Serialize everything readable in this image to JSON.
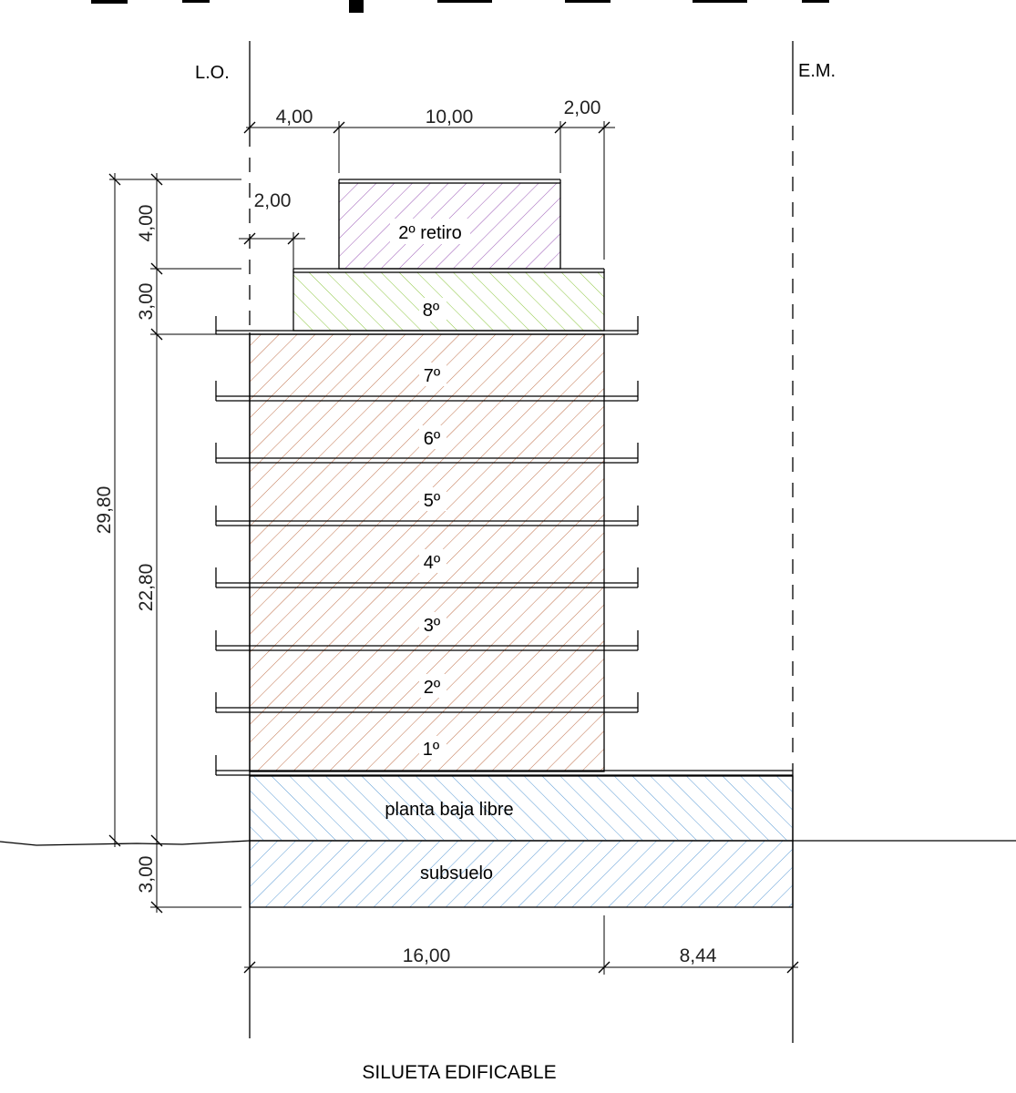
{
  "labels": {
    "lo": "L.O.",
    "em": "E.M.",
    "caption": "SILUETA EDIFICABLE"
  },
  "floors": {
    "retiro2": "2º retiro",
    "f8": "8º",
    "f7": "7º",
    "f6": "6º",
    "f5": "5º",
    "f4": "4º",
    "f3": "3º",
    "f2": "2º",
    "f1": "1º",
    "pb": "planta baja libre",
    "sub": "subsuelo"
  },
  "dimensions": {
    "top_left": "4,00",
    "top_mid": "10,00",
    "top_right": "2,00",
    "inner_setback": "2,00",
    "h_retiro": "4,00",
    "h_8": "3,00",
    "h_total": "29,80",
    "h_body": "22,80",
    "h_sub": "3,00",
    "bottom_left": "16,00",
    "bottom_right": "8,44"
  },
  "colors": {
    "hatch_purple": "#9b59b6",
    "hatch_green": "#8cc63f",
    "hatch_orange": "#c0704a",
    "hatch_blue": "#5b9bd5"
  }
}
